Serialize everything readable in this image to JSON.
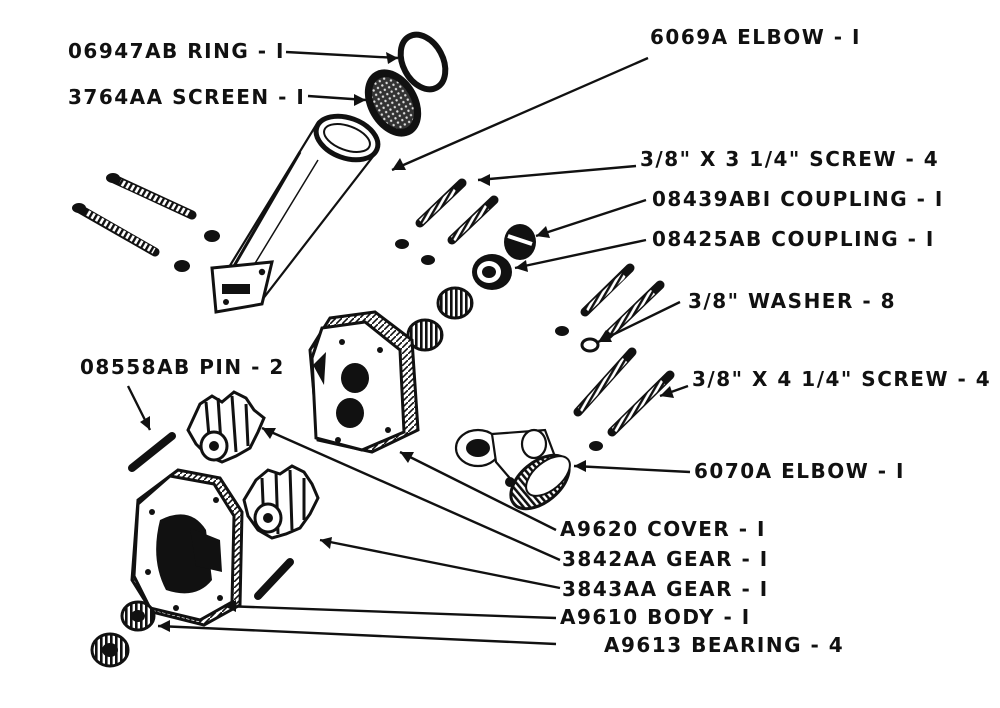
{
  "diagram": {
    "labels": {
      "ring": "06947AB RING - I",
      "screen": "3764AA SCREEN - I",
      "elbow_6069a": "6069A ELBOW - I",
      "screw_3_25": "3/8\" X 3 1/4\" SCREW - 4",
      "coupling_08439": "08439ABI COUPLING - I",
      "coupling_08425": "08425AB COUPLING - I",
      "washer": "3/8\" WASHER - 8",
      "pin": "08558AB PIN - 2",
      "screw_4_25": "3/8\" X 4 1/4\" SCREW - 4",
      "elbow_6070a": "6070A ELBOW - I",
      "cover": "A9620 COVER - I",
      "gear_3842": "3842AA GEAR - I",
      "gear_3843": "3843AA GEAR - I",
      "body": "A9610 BODY - I",
      "bearing": "A9613 BEARING - 4"
    },
    "colors": {
      "ink": "#111111",
      "paper": "#ffffff"
    }
  }
}
